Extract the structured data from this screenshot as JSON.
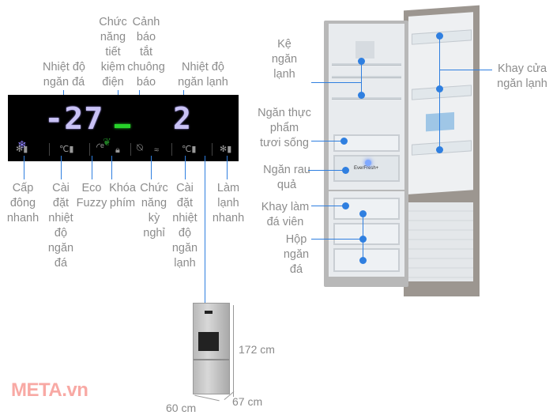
{
  "panel": {
    "freezer_temp": "-27",
    "fridge_temp": "2",
    "colors": {
      "digits": "#c9c2f5",
      "eco_indicator": "#27d32a",
      "leader_lines": "#2f7fe0",
      "label_text": "#8c8c8c",
      "logo": "#f8a9a4"
    },
    "icons": [
      "snowflake-icon",
      "fast-freeze-icon",
      "freezer-temp-icon",
      "eco-fuzzy-icon",
      "key-lock-icon",
      "alarm-off-icon",
      "holiday-icon",
      "fridge-temp-icon",
      "fast-cool-icon"
    ]
  },
  "top_labels": {
    "freezer_temp": "Nhiệt độ\nngăn đá",
    "energy_saving": "Chức\nnăng\ntiết\nkiệm\nđiện",
    "alarm_off": "Cảnh\nbáo\ntắt\nchuông\nbáo",
    "fridge_temp": "Nhiệt độ\nngăn lạnh"
  },
  "bottom_labels": {
    "fast_freeze": "Cấp\nđông\nnhanh",
    "set_freezer_temp": "Cài\nđặt\nnhiệt\nđộ\nngăn\nđá",
    "eco_fuzzy": "Eco\nFuzzy",
    "key_lock": "Khóa\nphím",
    "holiday": "Chức\nnăng\nkỳ\nnghỉ",
    "set_fridge_temp": "Cài\nđặt\nnhiệt\nđộ\nngăn\nlạnh",
    "fast_cool": "Làm\nlạnh\nnhanh"
  },
  "fridge_labels": {
    "fridge_shelf": "Kệ\nngăn lạnh",
    "fresh_food": "Ngăn thực\nphẩm\ntươi sống",
    "crisper": "Ngăn rau\nquả",
    "ice_tray": "Khay làm\nđá viên",
    "freezer_box": "Hộp\nngăn\nđá",
    "door_tray": "Khay cửa\nngăn lạnh",
    "crisper_brand": "EverFresh+"
  },
  "dimensions": {
    "height": "172 cm",
    "width": "60 cm",
    "depth": "67 cm"
  },
  "logo": "META.vn"
}
